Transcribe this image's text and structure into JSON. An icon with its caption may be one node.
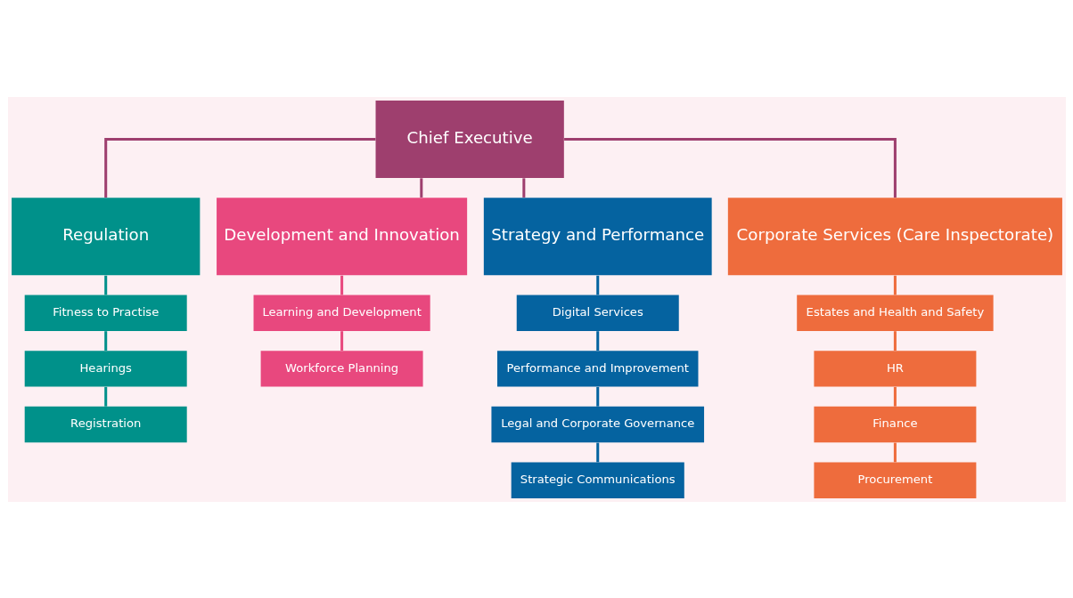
{
  "diagram": {
    "nodes": [
      {
        "text": [
          "Chief Executive"
        ]
      },
      {
        "text": [
          "Regulation"
        ]
      },
      {
        "text": [
          "Fitness to Practise"
        ]
      },
      {
        "text": [
          "Hearings"
        ]
      },
      {
        "text": [
          "Registration"
        ]
      },
      {
        "text": [
          "Development and Innovation"
        ]
      },
      {
        "text": [
          "Learning and Development"
        ]
      },
      {
        "text": [
          "Workforce Planning"
        ]
      },
      {
        "text": [
          "Strategy and Performance"
        ]
      },
      {
        "text": [
          "Digital Services"
        ]
      },
      {
        "text": [
          "Performance and Improvement"
        ]
      },
      {
        "text": [
          "Legal and Corporate Governance"
        ]
      },
      {
        "text": [
          "Strategic Communications"
        ]
      },
      {
        "text": [
          "Corporate Services (Care Inspectorate)"
        ]
      },
      {
        "text": [
          "Estates and Health and Safety"
        ]
      },
      {
        "text": [
          "HR"
        ]
      },
      {
        "text": [
          "Finance"
        ]
      },
      {
        "text": [
          "Procurement"
        ]
      }
    ],
    "edges": [
      {
        "from": 0,
        "to": 1,
        "arrow": "none",
        "color": "#9e3f6e"
      },
      {
        "from": 0,
        "to": 5,
        "arrow": "none",
        "color": "#9e3f6e"
      },
      {
        "from": 0,
        "to": 8,
        "arrow": "none",
        "color": "#9e3f6e"
      },
      {
        "from": 0,
        "to": 13,
        "arrow": "none",
        "color": "#9e3f6e"
      },
      {
        "from": 1,
        "to": 2,
        "arrow": "none",
        "color": "#00918a"
      },
      {
        "from": 2,
        "to": 3,
        "arrow": "none",
        "color": "#00918a"
      },
      {
        "from": 3,
        "to": 4,
        "arrow": "none",
        "color": "#00918a"
      },
      {
        "from": 5,
        "to": 6,
        "arrow": "none",
        "color": "#e8487e"
      },
      {
        "from": 6,
        "to": 7,
        "arrow": "none",
        "color": "#e8487e"
      },
      {
        "from": 8,
        "to": 9,
        "arrow": "none",
        "color": "#0563a0"
      },
      {
        "from": 9,
        "to": 10,
        "arrow": "none",
        "color": "#0563a0"
      },
      {
        "from": 10,
        "to": 11,
        "arrow": "none",
        "color": "#0563a0"
      },
      {
        "from": 11,
        "to": 12,
        "arrow": "none",
        "color": "#0563a0"
      },
      {
        "from": 13,
        "to": 14,
        "arrow": "none",
        "color": "#ee6c3d"
      },
      {
        "from": 14,
        "to": 15,
        "arrow": "none",
        "color": "#ee6c3d"
      },
      {
        "from": 15,
        "to": 16,
        "arrow": "none",
        "color": "#ee6c3d"
      },
      {
        "from": 16,
        "to": 17,
        "arrow": "none",
        "color": "#ee6c3d"
      }
    ]
  }
}
